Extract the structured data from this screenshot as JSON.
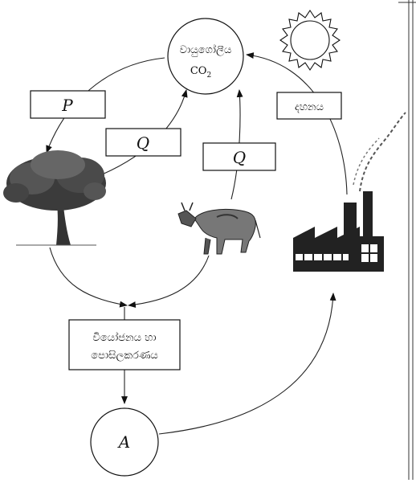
{
  "atmosphere": {
    "line1": "වායුගෝලීය",
    "line2": "CO",
    "subscript": "2"
  },
  "label_p": "P",
  "label_q_tree": "Q",
  "label_q_animal": "Q",
  "combustion": "දහනය",
  "decomposition": {
    "line1": "වියෝජනය හා",
    "line2": "පොසිලකරණය"
  },
  "node_a": "A",
  "icons": {
    "sun": "sun-icon",
    "tree": "tree-icon",
    "cow": "cow-icon",
    "factory": "factory-icon"
  },
  "colors": {
    "ink": "#111111",
    "background": "#ffffff"
  }
}
